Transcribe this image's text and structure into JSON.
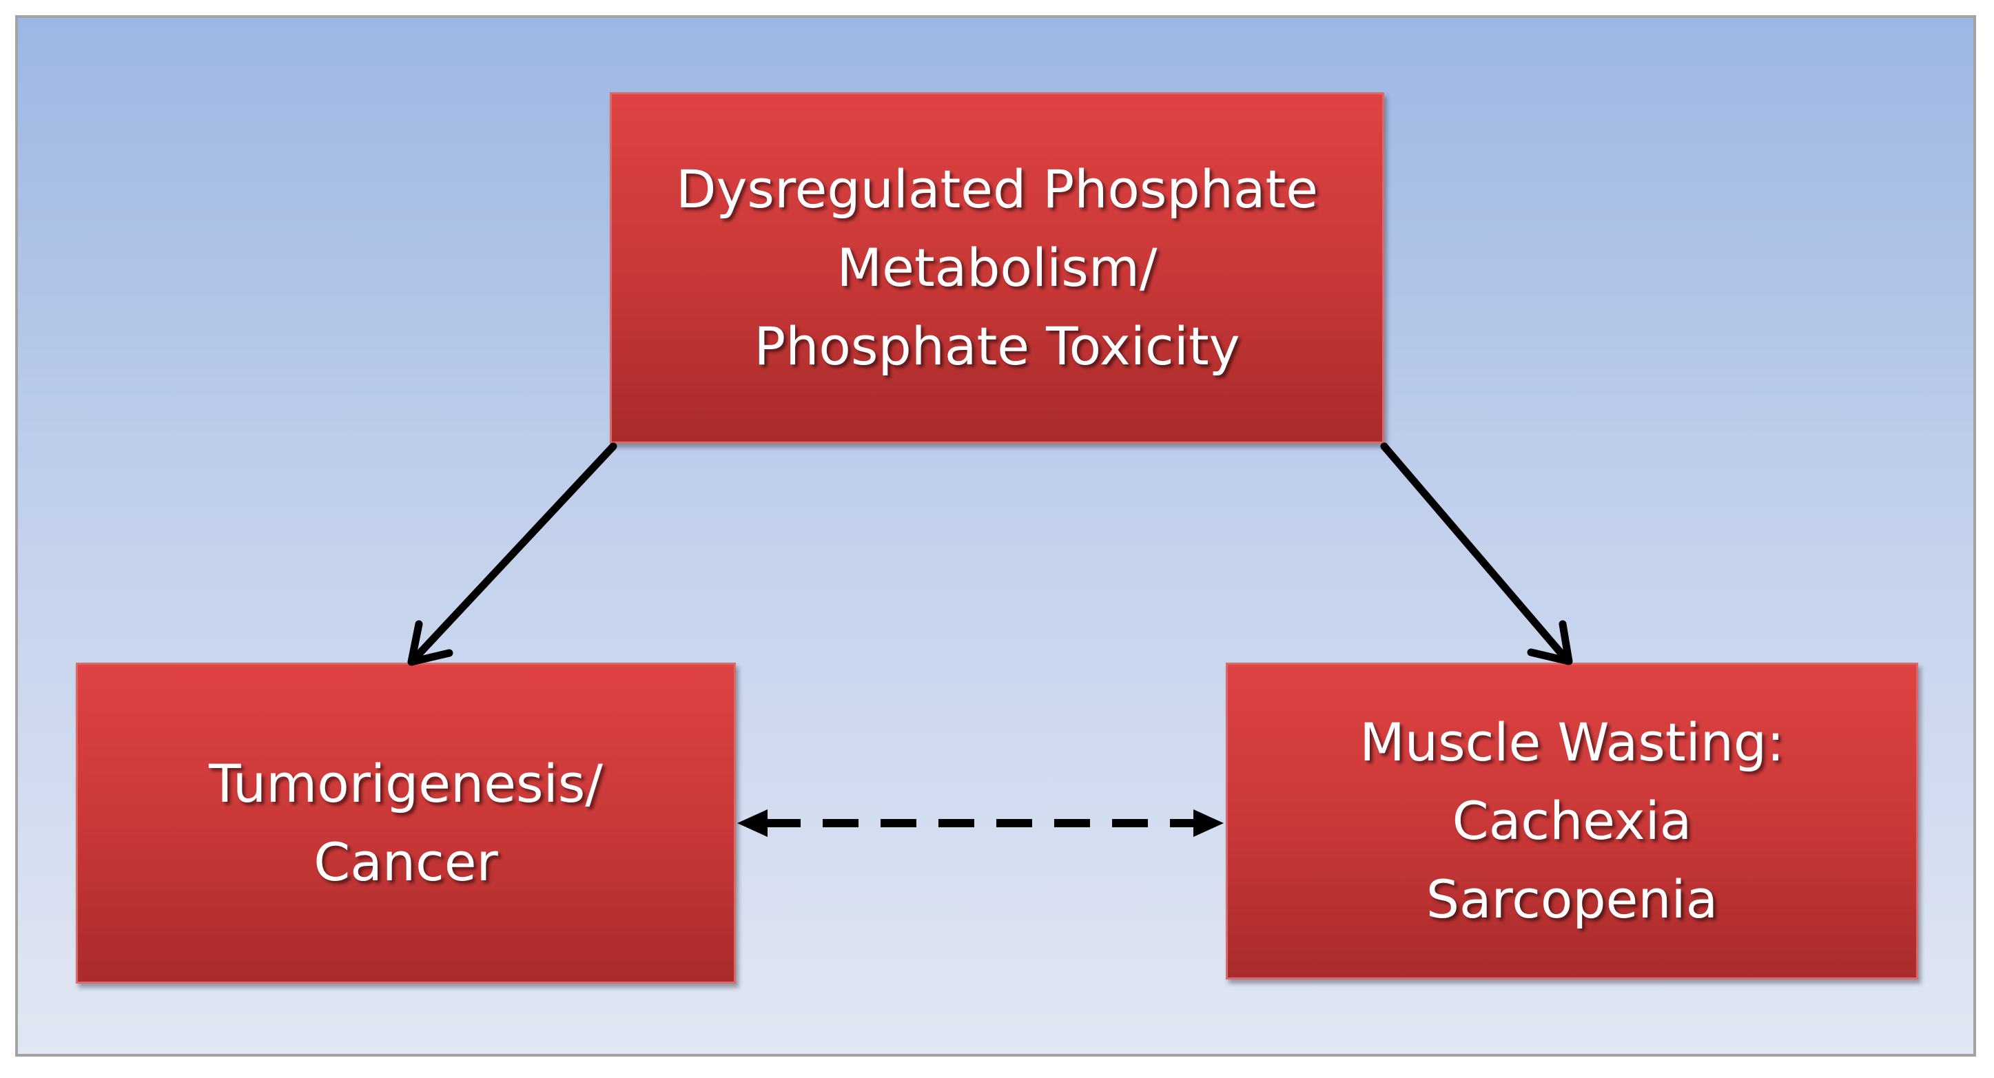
{
  "nodes": {
    "top": {
      "lines": [
        "Dysregulated Phosphate",
        "Metabolism/",
        "Phosphate Toxicity"
      ]
    },
    "left": {
      "lines": [
        "Tumorigenesis/",
        "Cancer"
      ]
    },
    "right": {
      "lines": [
        "Muscle Wasting:",
        "Cachexia",
        "Sarcopenia"
      ]
    }
  },
  "edges": [
    {
      "from": "top",
      "to": "left",
      "style": "solid",
      "direction": "forward"
    },
    {
      "from": "top",
      "to": "right",
      "style": "solid",
      "direction": "forward"
    },
    {
      "from": "left",
      "to": "right",
      "style": "dashed",
      "direction": "both"
    }
  ],
  "colors": {
    "box_fill": "#c83737",
    "box_text": "#ffffff",
    "arrow": "#000000",
    "background_top": "#9db6e3",
    "background_bottom": "#e1e7f3"
  }
}
